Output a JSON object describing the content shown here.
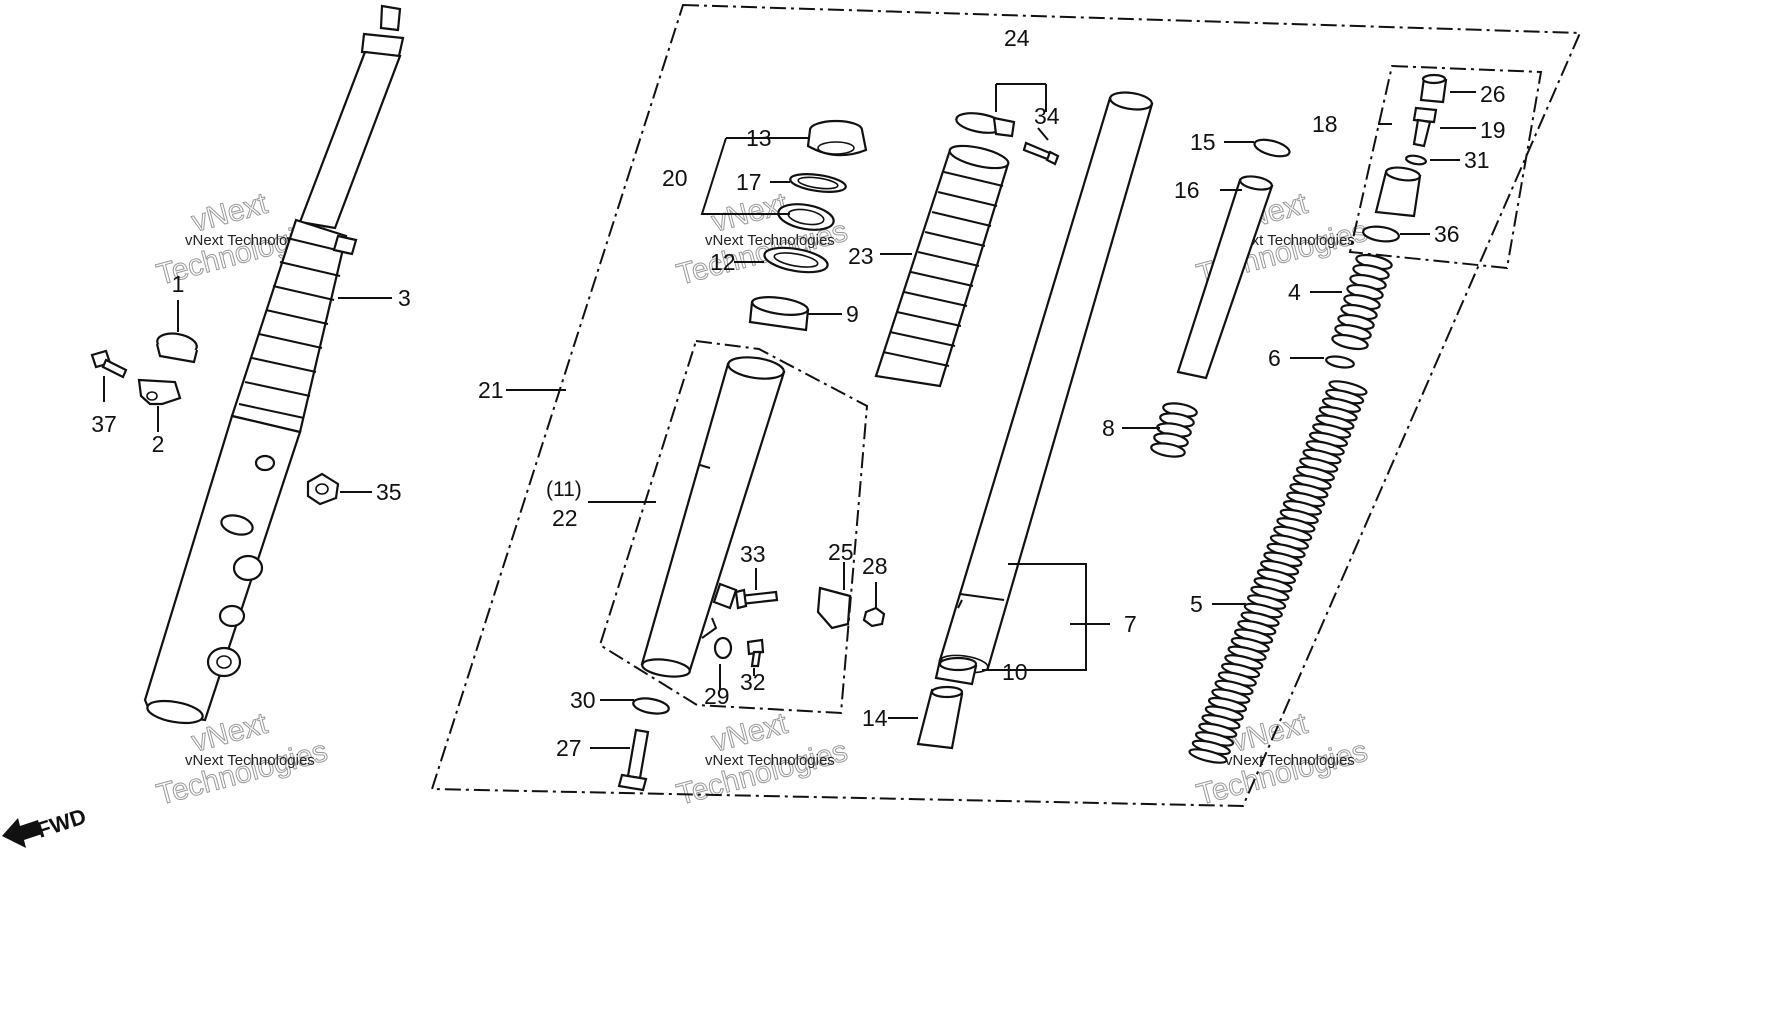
{
  "diagram": {
    "labels": {
      "p1": "1",
      "p2": "2",
      "p3": "3",
      "p4": "4",
      "p5": "5",
      "p6": "6",
      "p7": "7",
      "p8": "8",
      "p9": "9",
      "p10": "10",
      "p11": "(11)",
      "p12": "12",
      "p13": "13",
      "p14": "14",
      "p15": "15",
      "p16": "16",
      "p17": "17",
      "p18": "18",
      "p19": "19",
      "p20": "20",
      "p21": "21",
      "p22": "22",
      "p23": "23",
      "p24": "24",
      "p25": "25",
      "p26": "26",
      "p27": "27",
      "p28": "28",
      "p29": "29",
      "p30": "30",
      "p31": "31",
      "p32": "32",
      "p33": "33",
      "p34": "34",
      "p35": "35",
      "p36": "36",
      "p37": "37"
    },
    "fwd_label": "FWD",
    "watermark_small": "vNext Technologies",
    "watermark_big_1": "vNext",
    "watermark_big_2": "Technologies",
    "colors": {
      "ink": "#111111",
      "paper": "#ffffff",
      "watermark": "#9a9a9a"
    }
  }
}
